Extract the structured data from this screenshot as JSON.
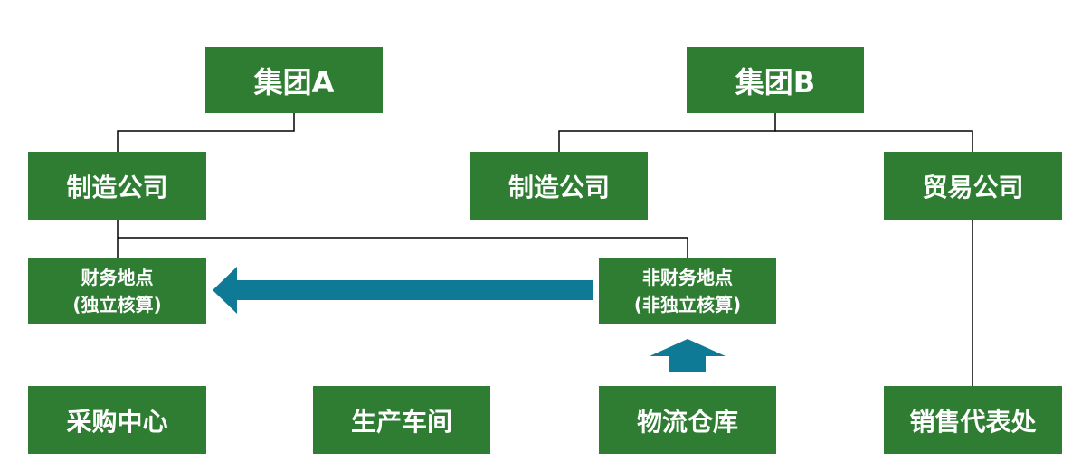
{
  "nodes": {
    "group_a": "集团A",
    "group_b": "集团B",
    "mfg_a": "制造公司",
    "mfg_b": "制造公司",
    "trading": "贸易公司",
    "finance_site": {
      "line1": "财务地点",
      "line2": "(独立核算)"
    },
    "nonfinance_site": {
      "line1": "非财务地点",
      "line2": "(非独立核算)"
    },
    "purchasing": "采购中心",
    "workshop": "生产车间",
    "warehouse": "物流仓库",
    "sales_office": "销售代表处"
  },
  "colors": {
    "box": "#2e7d32",
    "text": "#ffffff",
    "arrow": "#0f7a96",
    "line": "#000000"
  }
}
